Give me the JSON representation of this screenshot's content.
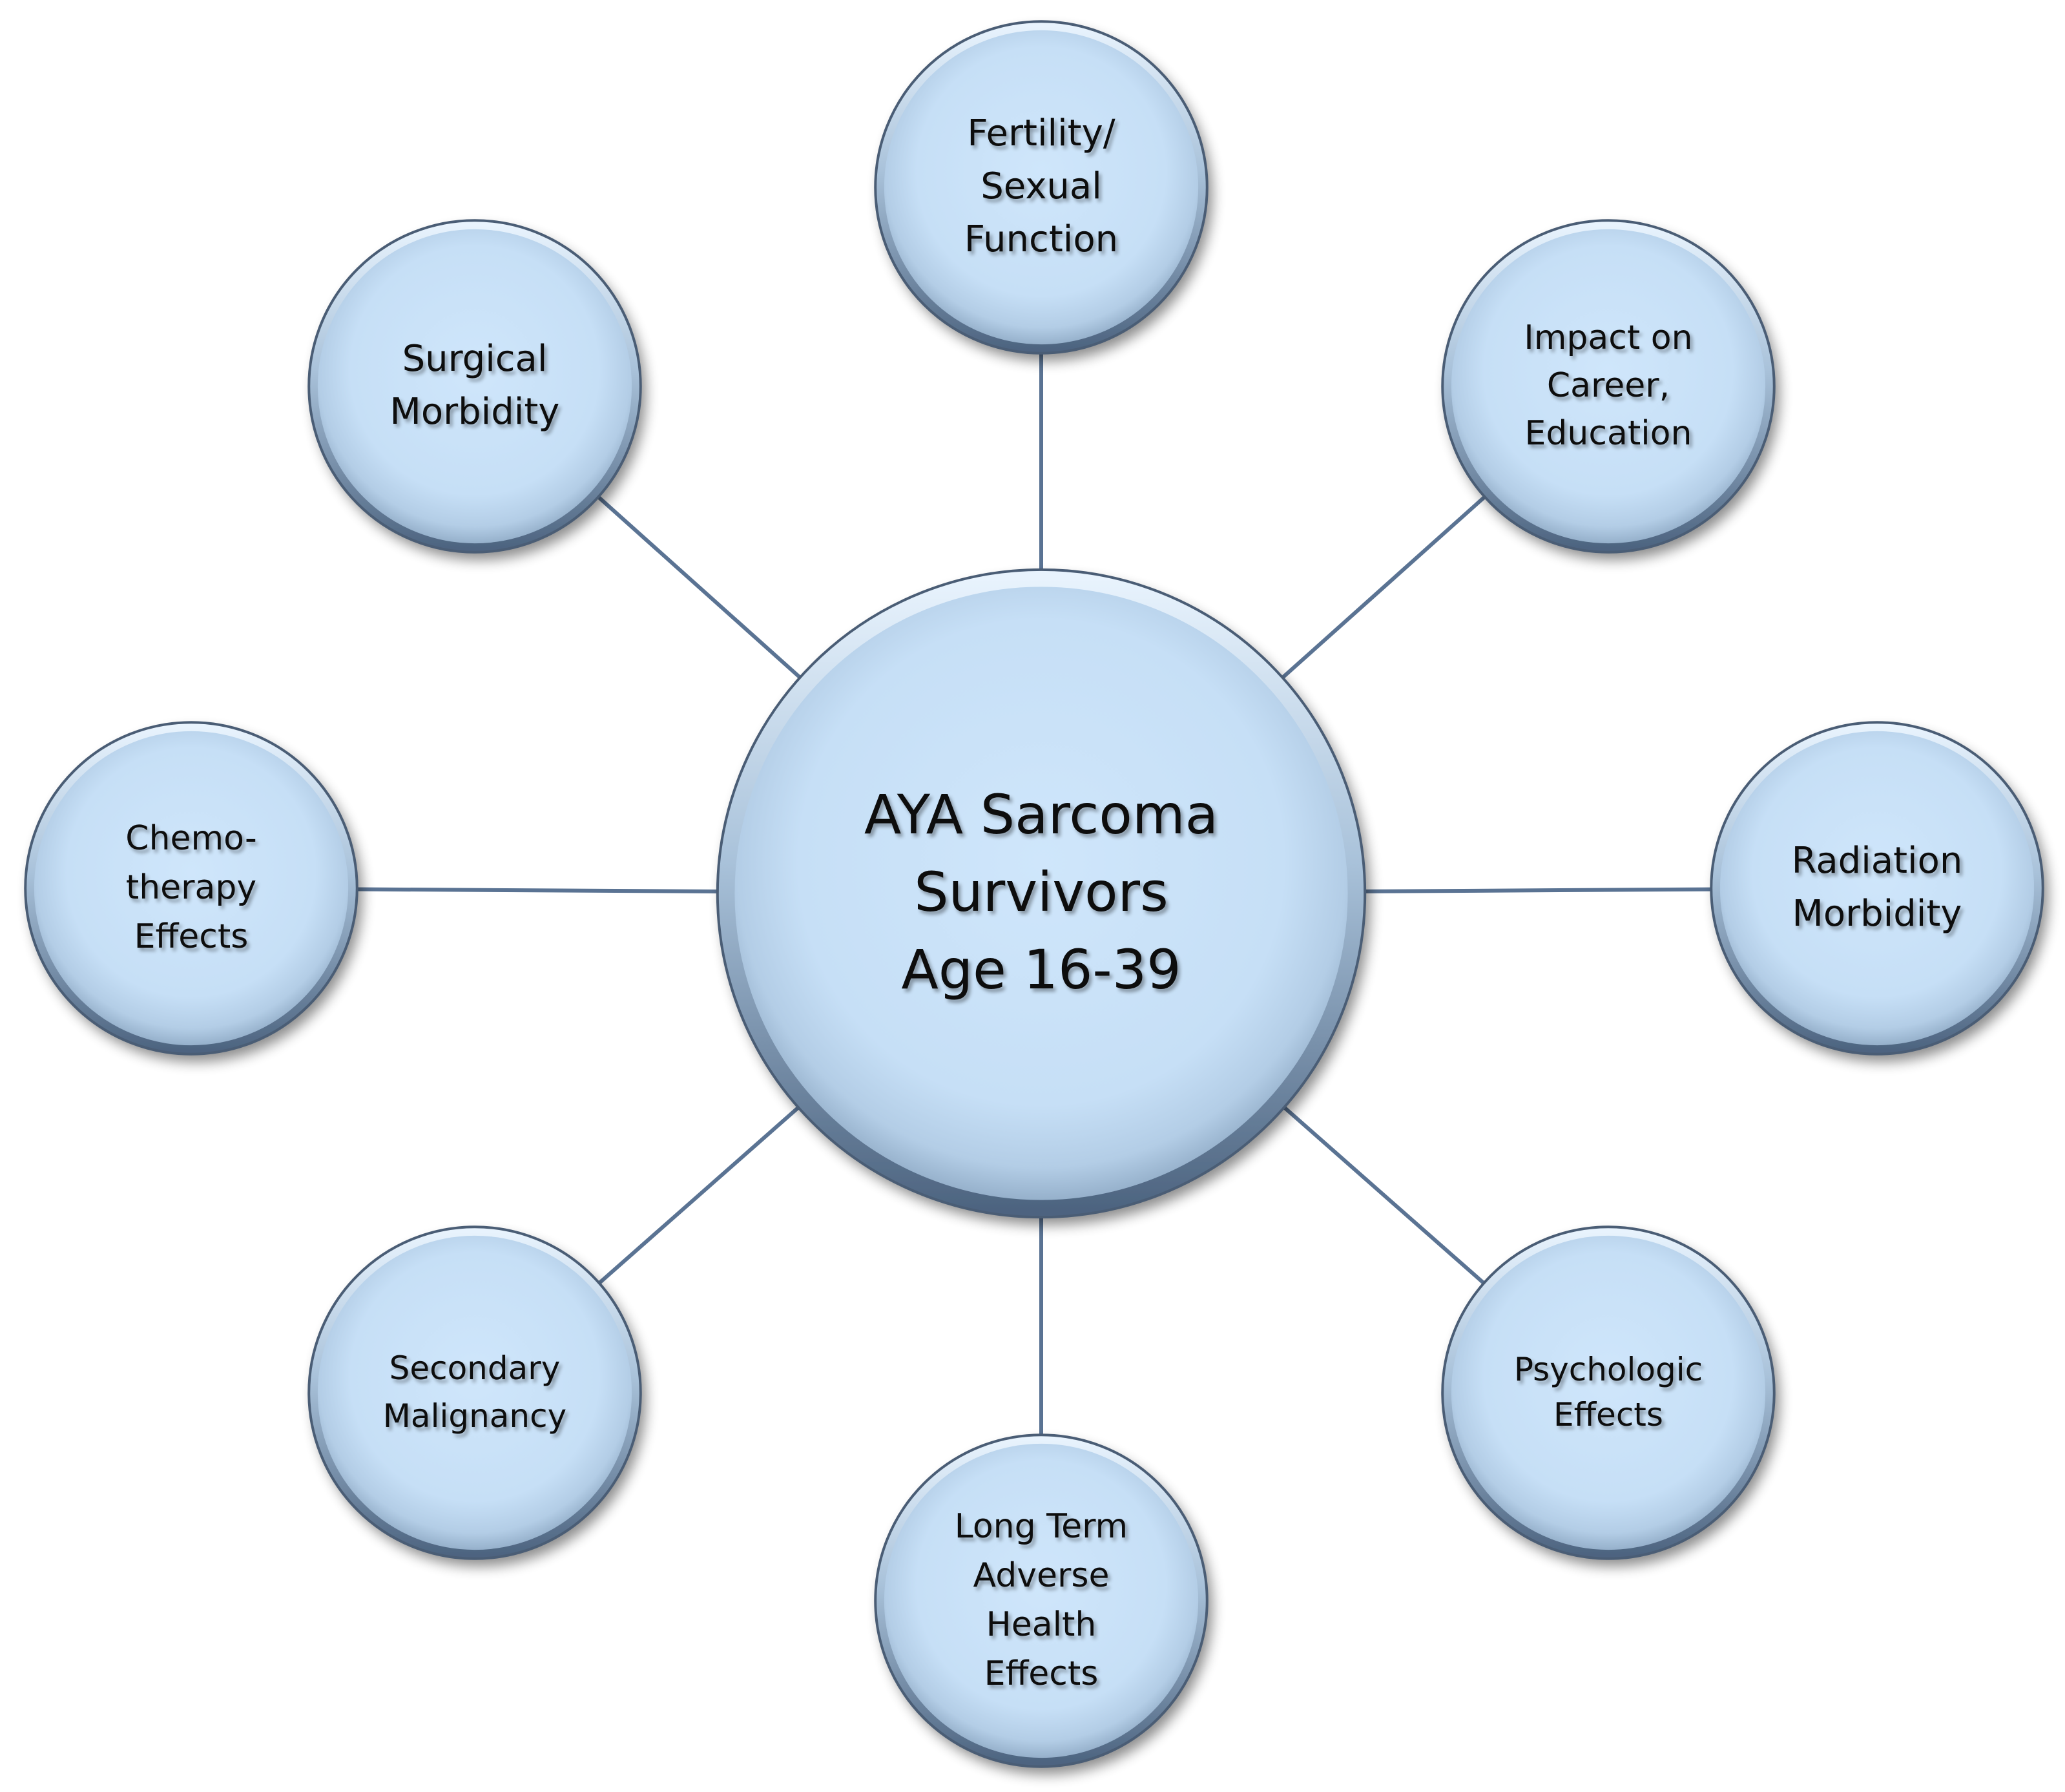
{
  "center": {
    "lines": [
      "AYA Sarcoma",
      "Survivors",
      "Age 16-39"
    ]
  },
  "nodes": [
    {
      "id": "fertility",
      "lines": [
        "Fertility/",
        "Sexual",
        "Function"
      ]
    },
    {
      "id": "career",
      "lines": [
        "Impact on",
        "Career,",
        "Education"
      ]
    },
    {
      "id": "radiation",
      "lines": [
        "Radiation",
        "Morbidity"
      ]
    },
    {
      "id": "psychologic",
      "lines": [
        "Psychologic",
        "Effects"
      ]
    },
    {
      "id": "long-term",
      "lines": [
        "Long Term",
        "Adverse",
        "Health",
        "Effects"
      ]
    },
    {
      "id": "secondary",
      "lines": [
        "Secondary",
        "Malignancy"
      ]
    },
    {
      "id": "chemo",
      "lines": [
        "Chemo-",
        "therapy",
        "Effects"
      ]
    },
    {
      "id": "surgical",
      "lines": [
        "Surgical",
        "Morbidity"
      ]
    }
  ],
  "colors": {
    "node_fill": "#c9e2f8",
    "node_stroke": "#4a5d75",
    "connector": "#5a7393"
  }
}
